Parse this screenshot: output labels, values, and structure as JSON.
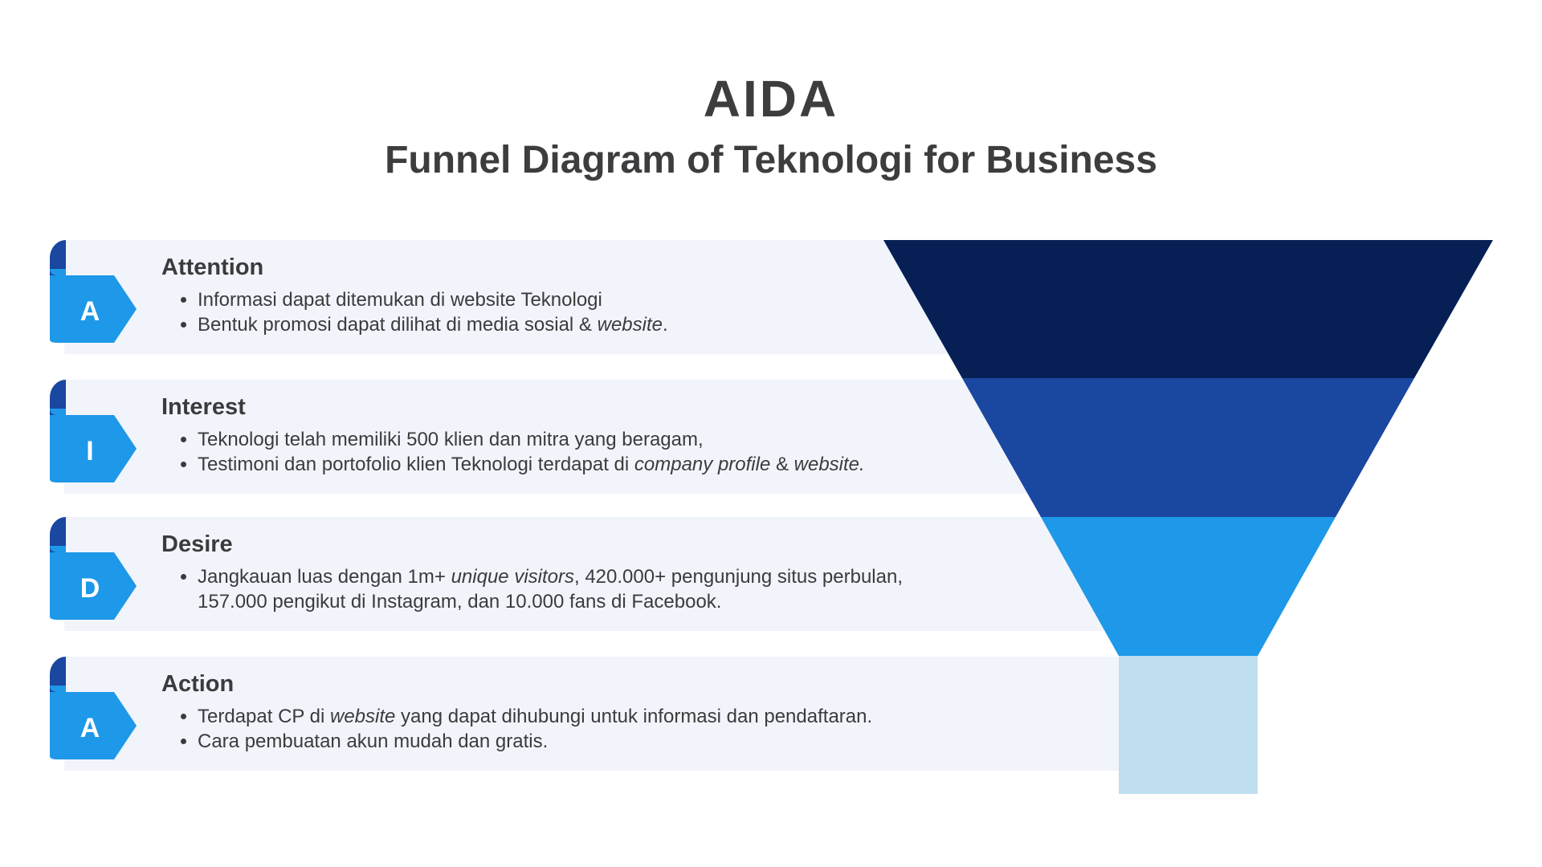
{
  "title": "AIDA",
  "subtitle": "Funnel Diagram of Teknologi for Business",
  "colors": {
    "attention": "#061f55",
    "interest": "#1a47a0",
    "desire": "#1e98e8",
    "action": "#bfdff0",
    "row_bg": "#f2f4fb",
    "badge": "#1e98e8",
    "badge_curl": "#1a47a0"
  },
  "stages": [
    {
      "letter": "A",
      "heading": "Attention",
      "bullets": [
        {
          "parts": [
            {
              "t": "Informasi dapat ditemukan di website Teknologi"
            }
          ]
        },
        {
          "parts": [
            {
              "t": "Bentuk promosi dapat dilihat di media sosial & "
            },
            {
              "t": "website",
              "i": true
            },
            {
              "t": "."
            }
          ]
        }
      ]
    },
    {
      "letter": "I",
      "heading": "Interest",
      "bullets": [
        {
          "parts": [
            {
              "t": "Teknologi telah memiliki 500 klien dan mitra yang beragam,"
            }
          ]
        },
        {
          "parts": [
            {
              "t": "Testimoni dan portofolio klien Teknologi terdapat di "
            },
            {
              "t": "company profile",
              "i": true
            },
            {
              "t": " & "
            },
            {
              "t": "website.",
              "i": true
            }
          ]
        }
      ]
    },
    {
      "letter": "D",
      "heading": "Desire",
      "bullets": [
        {
          "parts": [
            {
              "t": " Jangkauan luas dengan 1m+ "
            },
            {
              "t": "unique visitors",
              "i": true
            },
            {
              "t": ", 420.000+ pengunjung situs perbulan, 157.000 pengikut di Instagram, dan 10.000 fans di Facebook."
            }
          ]
        }
      ]
    },
    {
      "letter": "A",
      "heading": "Action",
      "bullets": [
        {
          "parts": [
            {
              "t": "Terdapat CP di "
            },
            {
              "t": "website",
              "i": true
            },
            {
              "t": " yang dapat dihubungi untuk informasi dan pendaftaran."
            }
          ]
        },
        {
          "parts": [
            {
              "t": "Cara pembuatan akun mudah dan gratis."
            }
          ]
        }
      ]
    }
  ]
}
